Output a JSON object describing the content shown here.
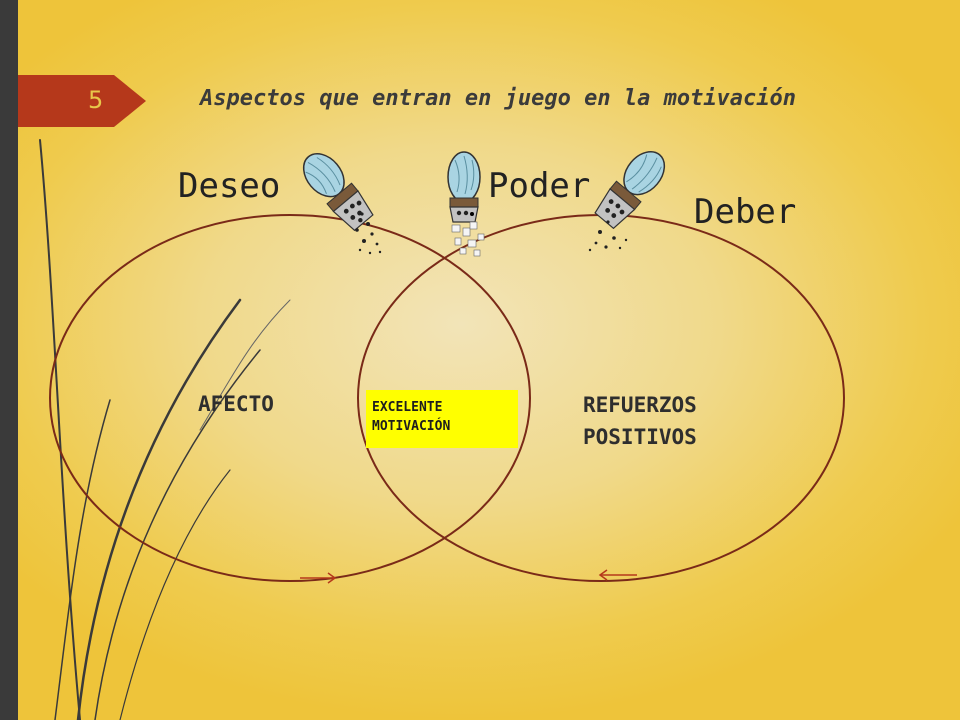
{
  "slide": {
    "page_number": "5",
    "title": "Aspectos que entran en juego en la motivación"
  },
  "labels": {
    "deseo": "Deseo",
    "poder": "Poder",
    "deber": "Deber"
  },
  "venn": {
    "left_text": "AFECTO",
    "right_text_line1": "REFUERZOS",
    "right_text_line2": "POSITIVOS",
    "center_line1": "EXCELENTE",
    "center_line2": "MOTIVACIÓN"
  },
  "colors": {
    "background": "#efcb4e",
    "accent_tab": "#b5381b",
    "left_bar": "#3a3a3a",
    "circle_stroke": "#7a2a18",
    "highlight": "#ffff00"
  },
  "icons": [
    "salt-shaker-icon",
    "arrow-right-icon",
    "arrow-left-icon"
  ]
}
